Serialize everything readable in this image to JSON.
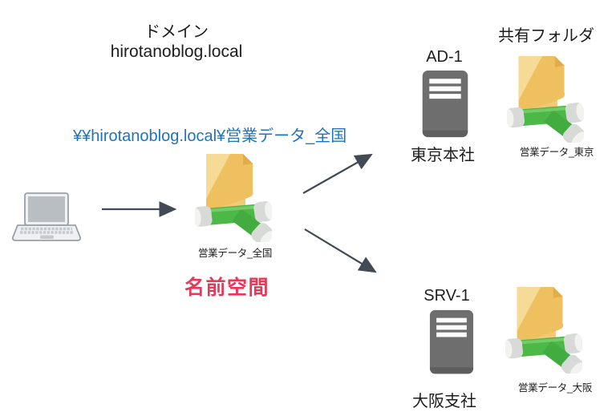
{
  "colors": {
    "path_blue": "#1e73be",
    "namespace_red": "#e5395a",
    "arrow_gray": "#424a56",
    "server_gray": "#6e6e6e",
    "folder_yellow": "#eec05f",
    "pipe_green": "#4cb848",
    "text_black": "#1d1d1f"
  },
  "domain": {
    "label": "ドメイン",
    "name": "hirotanoblog.local"
  },
  "unc_path": "¥¥hirotanoblog.local¥営業データ_全国",
  "shared_folders_title": "共有フォルダ",
  "client": {
    "icon": "laptop-icon"
  },
  "namespace": {
    "icon": "dfs-folder-icon",
    "folder_label": "営業データ_全国",
    "caption": "名前空間"
  },
  "servers": [
    {
      "id": "AD-1",
      "site": "東京本社",
      "share_label": "営業データ_東京",
      "icon": "server-icon"
    },
    {
      "id": "SRV-1",
      "site": "大阪支社",
      "share_label": "営業データ_大阪",
      "icon": "server-icon"
    }
  ]
}
